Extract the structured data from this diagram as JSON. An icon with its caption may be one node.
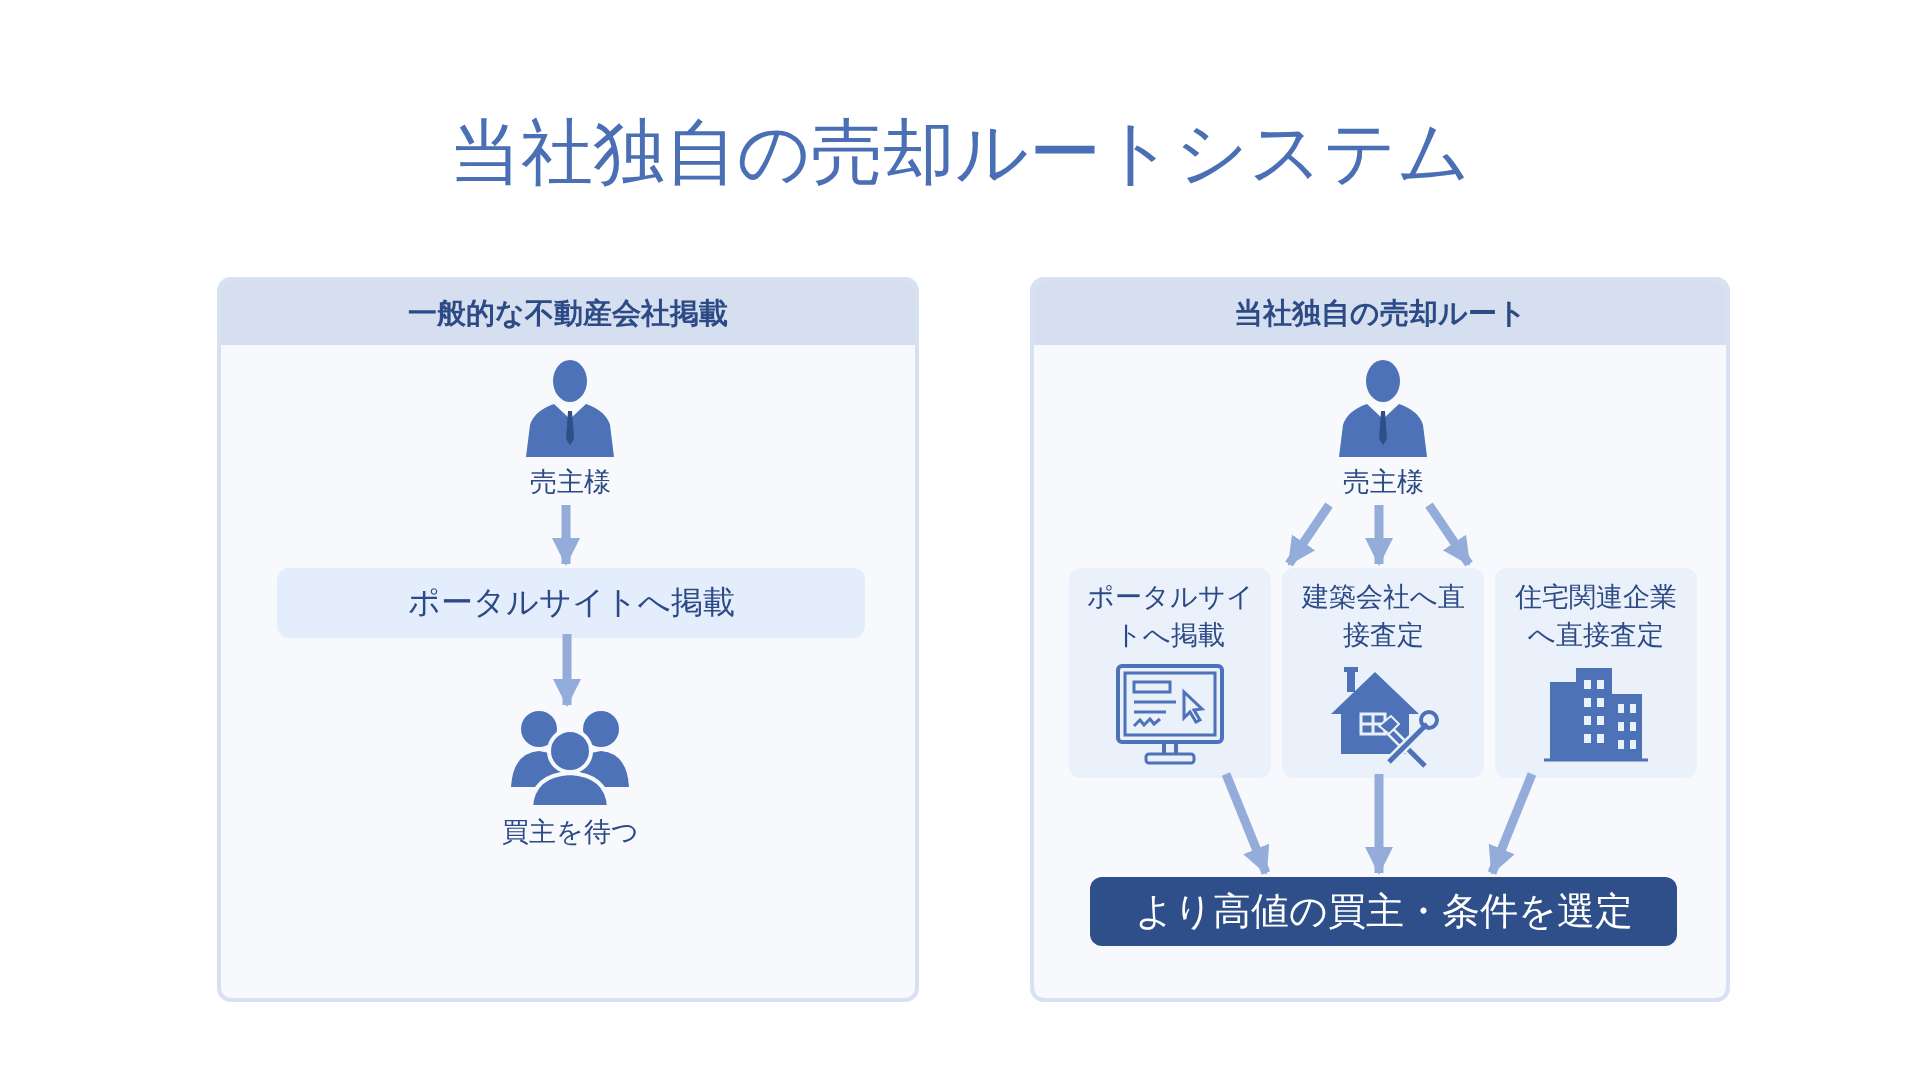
{
  "diagram": {
    "title": "当社独自の売却ルートシステム",
    "nodes": [
      {
        "text": [
          "一般的な不動産会社掲載"
        ]
      },
      {
        "text": [
          "売主様"
        ],
        "in": 0
      },
      {
        "text": [
          "ポータルサイトへ掲載"
        ],
        "in": 0
      },
      {
        "text": [
          "買主を待つ"
        ],
        "in": 0
      },
      {
        "text": [
          "当社独自の売却ルート"
        ]
      },
      {
        "text": [
          "売主様"
        ],
        "in": 4
      },
      {
        "text": [
          "ポータルサイトへ掲載"
        ],
        "in": 4
      },
      {
        "text": [
          "建築会社へ直接査定"
        ],
        "in": 4
      },
      {
        "text": [
          "住宅関連企業へ直接査定"
        ],
        "in": 4
      },
      {
        "text": [
          "より高値の買主・条件を選定"
        ],
        "in": 4
      }
    ],
    "edges": [
      {
        "from": 1,
        "to": 2,
        "arrow": "to"
      },
      {
        "from": 2,
        "to": 3,
        "arrow": "to"
      },
      {
        "from": 5,
        "to": 6,
        "arrow": "to"
      },
      {
        "from": 5,
        "to": 7,
        "arrow": "to"
      },
      {
        "from": 5,
        "to": 8,
        "arrow": "to"
      },
      {
        "from": 6,
        "to": 9,
        "arrow": "to"
      },
      {
        "from": 7,
        "to": 9,
        "arrow": "to"
      },
      {
        "from": 8,
        "to": 9,
        "arrow": "to"
      }
    ]
  }
}
